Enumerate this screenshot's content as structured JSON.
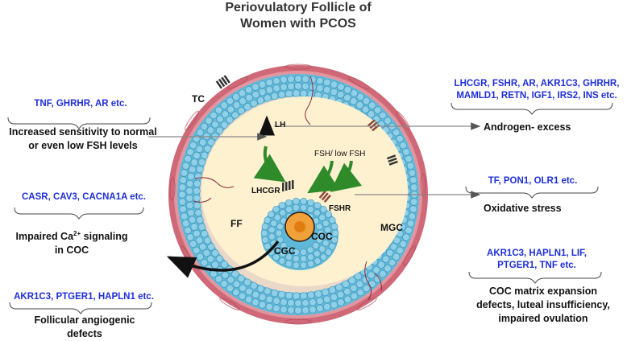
{
  "title": {
    "line1": "Periovulatory Follicle of",
    "line2": "Women with  PCOS"
  },
  "left": [
    {
      "genes": "TNF, GHRHR, AR etc.",
      "effect_line1": "Increased sensitivity to normal",
      "effect_line2": "or even low FSH levels"
    },
    {
      "genes": "CASR, CAV3, CACNA1A  etc.",
      "effect_line1": "Impaired Ca",
      "effect_sup": "2+",
      "effect_line1b": " signaling",
      "effect_line2": "in COC"
    },
    {
      "genes": "AKR1C3, PTGER1, HAPLN1 etc.",
      "effect_line1": "Follicular angiogenic",
      "effect_line2": "defects"
    }
  ],
  "right": [
    {
      "genes_line1": "LHCGR, FSHR, AR, AKR1C3, GHRHR,",
      "genes_line2": "MAMLD1, RETN, IGF1, IRS2, INS etc.",
      "effect": "Androgen- excess"
    },
    {
      "genes": "TF, PON1, OLR1 etc.",
      "effect": "Oxidative stress"
    },
    {
      "genes_line1": "AKR1C3, HAPLN1, LIF,",
      "genes_line2": "PTGER1, TNF etc.",
      "effect_line1": "COC matrix expansion",
      "effect_line2": "defects, luteal insufficiency,",
      "effect_line3": "impaired ovulation"
    }
  ],
  "follicle_labels": {
    "tc": "TC",
    "lh": "LH",
    "fsh": "FSH/ low FSH",
    "lhcgr": "LHCGR",
    "fshr": "FSHR",
    "ff": "FF",
    "mgc": "MGC",
    "cgc": "CGC",
    "coc": "COC"
  },
  "colors": {
    "gene_text": "#1f2fd6",
    "theca": "#d9727e",
    "granulosa": "#5fb8d8",
    "antrum": "#fdf1d0",
    "oocyte": "#f0a13a",
    "arrow_green": "#2f8a2a"
  }
}
